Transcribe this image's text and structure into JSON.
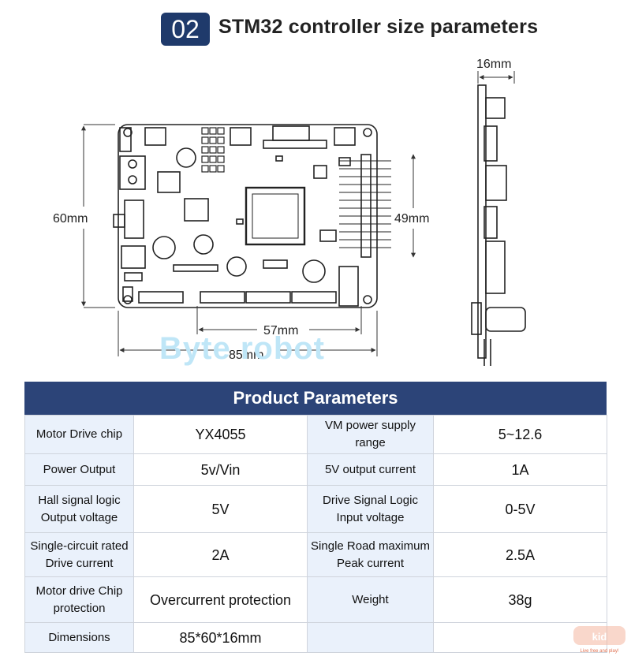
{
  "header": {
    "number": "02",
    "title": "STM32 controller size parameters"
  },
  "dimensions": {
    "width_total": "85mm",
    "width_inner": "57mm",
    "height_total": "60mm",
    "height_inner": "49mm",
    "thickness": "16mm"
  },
  "watermark": "Byte robot",
  "table": {
    "title": "Product Parameters",
    "rows": [
      {
        "l1": "Motor Drive chip",
        "v1": "YX4055",
        "l2": "VM power supply range",
        "v2": "5~12.6"
      },
      {
        "l1": "Power Output",
        "v1": "5v/Vin",
        "l2": "5V output current",
        "v2": "1A"
      },
      {
        "l1": "Hall signal logic Output voltage",
        "v1": "5V",
        "l2": "Drive Signal Logic Input voltage",
        "v2": "0-5V"
      },
      {
        "l1": "Single-circuit rated Drive current",
        "v1": "2A",
        "l2": "Single Road maximum Peak current",
        "v2": "2.5A"
      },
      {
        "l1": "Motor drive Chip protection",
        "v1": "Overcurrent protection",
        "l2": "Weight",
        "v2": "38g"
      },
      {
        "l1": "Dimensions",
        "v1": "85*60*16mm",
        "l2": "",
        "v2": ""
      }
    ]
  },
  "logo": {
    "text": "kid",
    "tagline": "Live free and play!"
  },
  "colors": {
    "navy": "#2c4478",
    "badge": "#1f3a6b",
    "label_bg": "#eaf1fb"
  }
}
